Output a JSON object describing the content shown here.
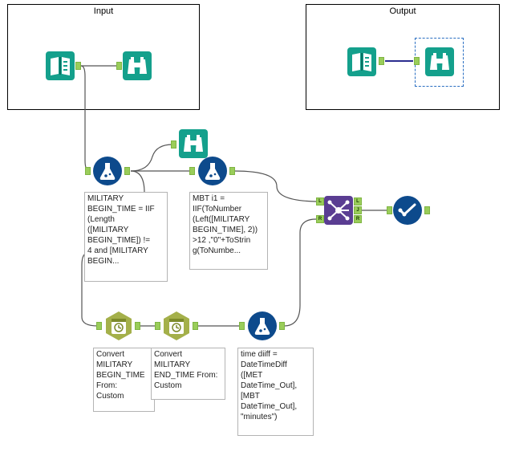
{
  "containers": {
    "input": {
      "title": "Input"
    },
    "output": {
      "title": "Output"
    }
  },
  "annotations": {
    "formula_military": "MILITARY\nBEGIN_TIME = IIF\n(Length\n([MILITARY\nBEGIN_TIME]) !=\n4 and [MILITARY\nBEGIN...",
    "formula_mbt": "MBT i1 =\nIIF(ToNumber\n(Left([MILITARY\nBEGIN_TIME], 2))\n>12 ,\"0\"+ToStrin\ng(ToNumbe...",
    "datetime_begin": "Convert\nMILITARY\nBEGIN_TIME\nFrom:\nCustom",
    "datetime_end": "Convert\nMILITARY\nEND_TIME From:\nCustom",
    "formula_timediff": "time diiff =\nDateTimeDiff\n([MET\nDateTime_Out],\n[MBT\nDateTime_Out],\n\"minutes\")"
  },
  "join_anchor_labels": {
    "left": "L",
    "right": "R",
    "j": "J"
  },
  "colors": {
    "teal": "#14a08c",
    "navy": "#0d4a8c",
    "olive": "#a4b04a",
    "purple": "#5a3d92",
    "anchor": "#9acd5a",
    "wire": "#555555",
    "selected_wire": "#2b2d8f"
  }
}
